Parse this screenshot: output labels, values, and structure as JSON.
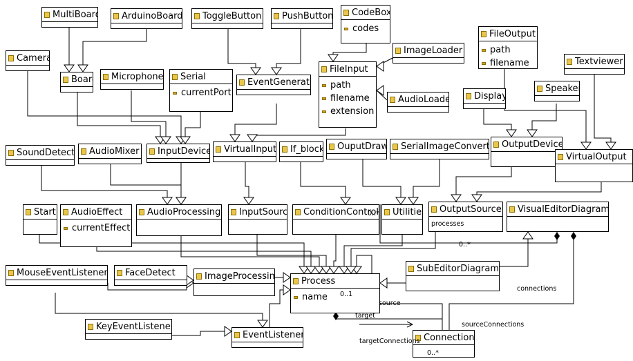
{
  "classes": {
    "multiboard": {
      "name": "MultiBoard",
      "attrs": []
    },
    "arduinoboard": {
      "name": "ArduinoBoard",
      "attrs": []
    },
    "togglebutton": {
      "name": "ToggleButton",
      "attrs": []
    },
    "pushbutton": {
      "name": "PushButton",
      "attrs": []
    },
    "codebox": {
      "name": "CodeBox",
      "attrs": [
        "codes"
      ]
    },
    "camera": {
      "name": "Camera",
      "attrs": []
    },
    "board": {
      "name": "Board",
      "attrs": []
    },
    "imageloader": {
      "name": "ImageLoader",
      "attrs": []
    },
    "fileoutput": {
      "name": "FileOutput",
      "attrs": [
        "path",
        "filename"
      ]
    },
    "textviewer": {
      "name": "Textviewer",
      "attrs": []
    },
    "microphone": {
      "name": "Microphone",
      "attrs": []
    },
    "serial": {
      "name": "Serial",
      "attrs": [
        "currentPort"
      ]
    },
    "eventgenerator": {
      "name": "EventGenerator",
      "attrs": []
    },
    "fileinput": {
      "name": "FileInput",
      "attrs": [
        "path",
        "filename",
        "extension"
      ]
    },
    "audioloader": {
      "name": "AudioLoader",
      "attrs": []
    },
    "display": {
      "name": "Display",
      "attrs": []
    },
    "speaker": {
      "name": "Speaker",
      "attrs": []
    },
    "sounddetect": {
      "name": "SoundDetect",
      "attrs": []
    },
    "audiomixer": {
      "name": "AudioMixer",
      "attrs": []
    },
    "inputdevice": {
      "name": "InputDevice",
      "attrs": []
    },
    "virtualinput": {
      "name": "VirtualInput",
      "attrs": []
    },
    "ifblock": {
      "name": "If_block",
      "attrs": []
    },
    "ouputdraw": {
      "name": "OuputDraw",
      "attrs": []
    },
    "serialimageconvert": {
      "name": "SerialImageConvert",
      "attrs": []
    },
    "outputdevice": {
      "name": "OutputDevice",
      "attrs": []
    },
    "virtualoutput": {
      "name": "VirtualOutput",
      "attrs": []
    },
    "start": {
      "name": "Start",
      "attrs": []
    },
    "audioeffect": {
      "name": "AudioEffect",
      "attrs": [
        "currentEffect"
      ]
    },
    "audioprocessing": {
      "name": "AudioProcessing",
      "attrs": []
    },
    "inputsource": {
      "name": "InputSource",
      "attrs": []
    },
    "conditioncontrol": {
      "name": "ConditionControl",
      "attrs": []
    },
    "utilities": {
      "name": "Utilities",
      "attrs": []
    },
    "outputsource": {
      "name": "OutputSource",
      "attrs": []
    },
    "visualeditordiagram": {
      "name": "VisualEditorDiagram",
      "attrs": []
    },
    "mouseeventlistener": {
      "name": "MouseEventListener",
      "attrs": []
    },
    "facedetect": {
      "name": "FaceDetect",
      "attrs": []
    },
    "imageprocessing": {
      "name": "ImageProcessing",
      "attrs": []
    },
    "process": {
      "name": "Process",
      "attrs": [
        "name"
      ]
    },
    "subeditordiagram": {
      "name": "SubEditorDiagram",
      "attrs": []
    },
    "keyeventlistener": {
      "name": "KeyEventListener",
      "attrs": []
    },
    "eventlistener": {
      "name": "EventListener",
      "attrs": []
    },
    "connection": {
      "name": "Connection",
      "attrs": []
    }
  },
  "labels": {
    "processes": "processes",
    "processes_mult": "0..*",
    "connections": "connections",
    "source": "source",
    "target": "target",
    "source_connections": "sourceConnections",
    "target_connections": "targetConnections",
    "process_mult": "0..1",
    "connection_mult": "0..*",
    "condition_mult": "0..*"
  }
}
